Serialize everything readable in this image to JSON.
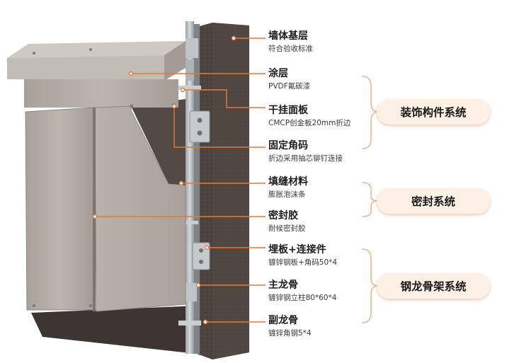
{
  "labels": [
    {
      "title": "墙体基层",
      "sub": "符合验收标准"
    },
    {
      "title": "涂层",
      "sub": "PVDF氟碳漆"
    },
    {
      "title": "干挂面板",
      "sub": "CMCP创金板20mm折边"
    },
    {
      "title": "固定角码",
      "sub": "折边采用抽芯铆钉连接"
    },
    {
      "title": "填缝材料",
      "sub": "膨胀泡沫条"
    },
    {
      "title": "密封胶",
      "sub": "耐候密封胶"
    },
    {
      "title": "埋板+连接件",
      "sub": "镀锌钢板+角码50*4"
    },
    {
      "title": "主龙骨",
      "sub": "镀锌钢立柱80*60*4"
    },
    {
      "title": "副龙骨",
      "sub": "镀锌角钢5*4"
    }
  ],
  "systems": [
    {
      "name": "装饰构件系统"
    },
    {
      "name": "密封系统"
    },
    {
      "name": "钢龙骨架系统"
    }
  ],
  "colors": {
    "leader": "#e57935",
    "pill_bg": "#fdf1e6",
    "bracket": "#f2b48c",
    "wall": "#4f4541",
    "panel": "#b2aba5"
  }
}
